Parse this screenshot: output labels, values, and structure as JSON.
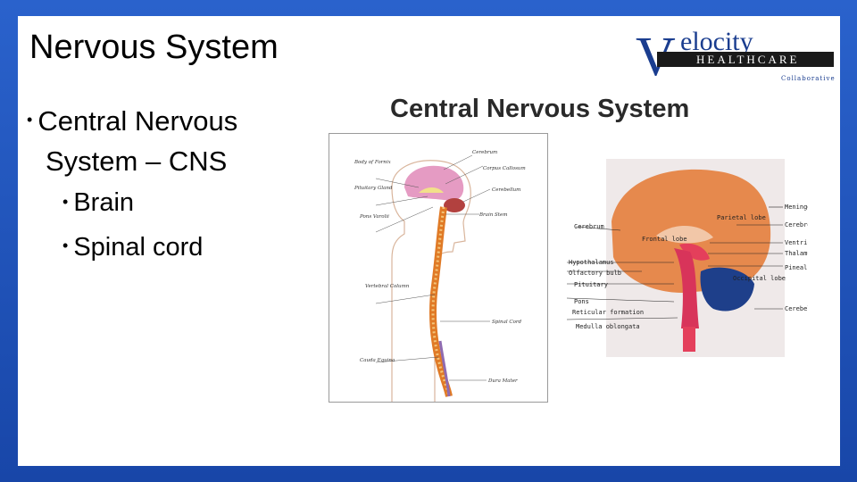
{
  "slide": {
    "title": "Nervous System",
    "bullets": [
      {
        "text": "Central Nervous System – CNS",
        "level": 1
      },
      {
        "text": "Brain",
        "level": 2
      },
      {
        "text": "Spinal cord",
        "level": 2
      }
    ]
  },
  "logo": {
    "letter": "V",
    "word": "elocity",
    "band": "HEALTHCARE",
    "tagline": "Collaborative"
  },
  "figure": {
    "heading": "Central Nervous System",
    "body_labels": [
      "Cerebrum",
      "Body of Fornix",
      "Corpus Callosum",
      "Pituitary Gland",
      "Cerebellum",
      "Pons Varolii",
      "Brain Stem",
      "Vertebral Column",
      "Spinal Cord",
      "Cauda Equina",
      "Dura Mater"
    ],
    "brain_labels": [
      "Meninges",
      "Cerebrum",
      "Parietal lobe",
      "Cerebrospinal fluid",
      "Frontal lobe",
      "Ventricle",
      "Thalamus",
      "Hypothalamus",
      "Olfactory bulb",
      "Pineal body",
      "Occipital lobe",
      "Pituitary",
      "Pons",
      "Cerebellum",
      "Reticular formation",
      "Medulla oblongata"
    ]
  },
  "colors": {
    "frame": "#1d4fb3",
    "logo_blue": "#1a3d8f"
  }
}
